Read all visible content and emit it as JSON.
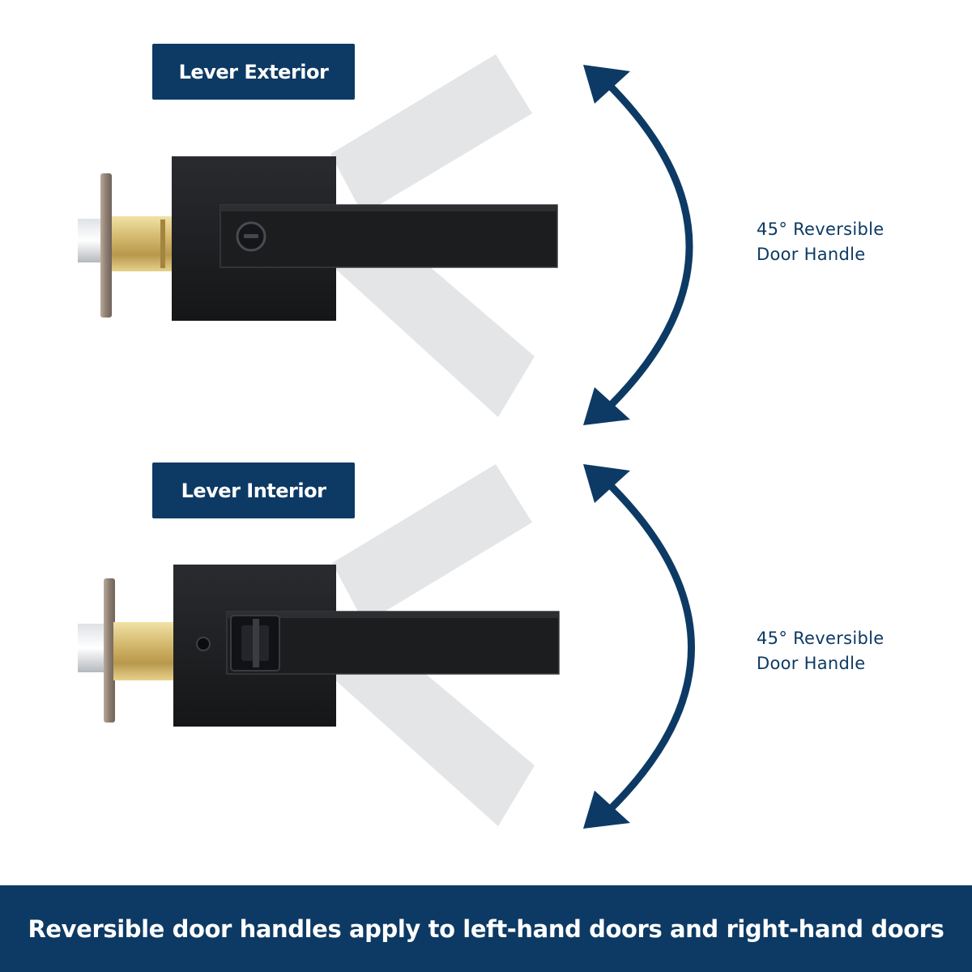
{
  "labels": {
    "exterior": "Lever Exterior",
    "interior": "Lever Interior"
  },
  "rotation": {
    "top": {
      "line1": "45° Reversible",
      "line2": "Door Handle"
    },
    "bottom": {
      "line1": "45° Reversible",
      "line2": "Door Handle"
    }
  },
  "footer": {
    "text": "Reversible door handles apply to left-hand doors and right-hand doors"
  },
  "colors": {
    "navy": "#0d3a64",
    "handle_black": "#1c1d1f",
    "ghost_gray": "#e4e5e7",
    "brass": "#c9ad62"
  },
  "icons": {
    "rotation_arrow": "double-headed-curved-arrow-icon",
    "exterior_lock": "keyhole-icon",
    "interior_lock": "thumb-turn-icon"
  }
}
